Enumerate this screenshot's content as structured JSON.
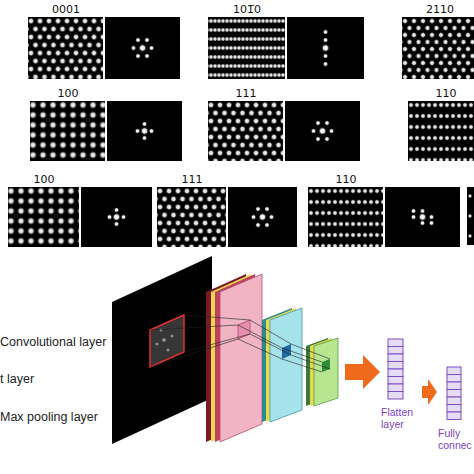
{
  "diagram": {
    "nodes": [
      {
        "text": [
          "0001"
        ]
      },
      {
        "text": [
          "101̅0"
        ]
      },
      {
        "text": [
          "2110"
        ]
      },
      {
        "text": [
          "100"
        ]
      },
      {
        "text": [
          "111"
        ]
      },
      {
        "text": [
          "110"
        ]
      },
      {
        "text": [
          "100"
        ]
      },
      {
        "text": [
          "111"
        ]
      },
      {
        "text": [
          "110"
        ]
      },
      {
        "text": [
          "Flatten layer"
        ]
      },
      {
        "text": [
          "Fully connec"
        ]
      }
    ],
    "edges": [
      {
        "from": 9,
        "to": 10,
        "arrow": "to"
      }
    ],
    "labels": [
      "Convolutional layer",
      "t layer",
      "Max pooling layer"
    ]
  }
}
